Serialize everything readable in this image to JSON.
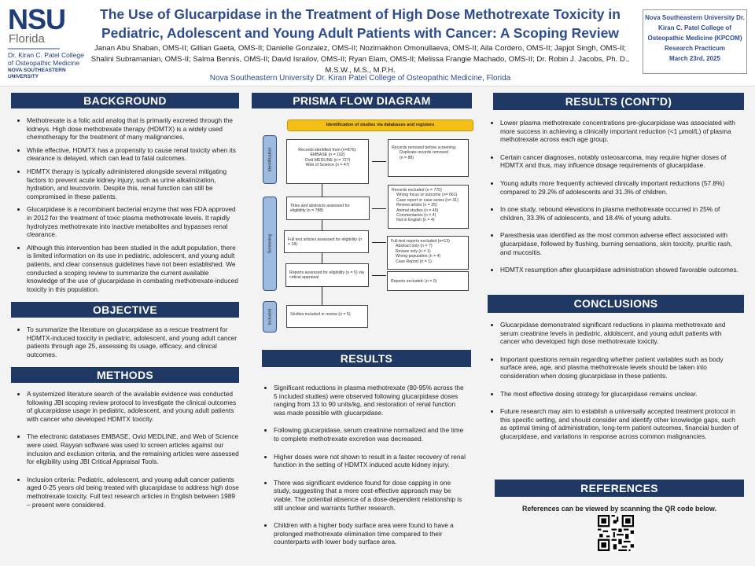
{
  "header": {
    "logo": {
      "nsu": "NSU",
      "florida": "Florida",
      "college": "Dr. Kiran C. Patel College of Osteopathic Medicine",
      "university": "NOVA SOUTHEASTERN UNIVERSITY"
    },
    "title": "The Use of Glucarpidase in the Treatment of High Dose Methotrexate Toxicity in Pediatric, Adolescent and Young Adult Patients with Cancer: A Scoping Review",
    "authors": "Janan Abu Shaban, OMS-II; Gillian Gaeta, OMS-II; Danielle Gonzalez, OMS-II; Nozimakhon Omonullaeva, OMS-II; Aila Cordero, OMS-II; Japjot Singh, OMS-II; Shalini Subramanian, OMS-II; Salma Bennis, OMS-II; David Israilov, OMS-II; Ryan Elam, OMS-II; Melissa Frangie Machado, OMS-II; Dr. Robin J. Jacobs, Ph. D., M.S.W., M.S., M.P.H.",
    "institution": "Nova Southeastern University Dr. Kiran Patel College of Osteopathic Medicine, Florida",
    "event": "Nova Southeastern University Dr. Kiran C. Patel College of Osteopathic Medicine (KPCOM) Research Practicum",
    "date": "March 23rd, 2025"
  },
  "background": {
    "heading": "BACKGROUND",
    "items": [
      "Methotrexate is a folic acid analog that is primarily excreted through the kidneys. High dose methotrexate therapy (HDMTX) is a widely used chemotherapy for the treatment of many malignancies.",
      "While effective, HDMTX has a propensity to cause renal toxicity when its clearance is delayed, which can lead to fatal outcomes.",
      "HDMTX therapy is typically administered alongside several mitigating factors to prevent acute kidney injury, such as urine alkalinization, hydration, and leucovorin. Despite this, renal function can still be compromised in these patients.",
      "Glucarpidase is a recombinant bacterial enzyme that was FDA approved in 2012 for the treatment of toxic plasma methotrexate levels. It rapidly hydrolyzes methotrexate into inactive metabolites and bypasses renal clearance.",
      "Although this intervention has been studied in the adult population, there is limited information on its use in pediatric, adolescent, and young adult patients, and clear consensus guidelines have not been established. We conducted a scoping review to summarize the current available knowledge of the use of glucarpidase in combating methotrexate-induced toxicity in this population."
    ]
  },
  "objective": {
    "heading": "OBJECTIVE",
    "items": [
      "To summarize the literature on glucarpidase as a rescue treatment for HDMTX-induced toxicity in pediatric, adolescent, and young adult cancer patients through age 25, assessing its usage, efficacy, and clinical outcomes."
    ]
  },
  "methods": {
    "heading": "METHODS",
    "items": [
      "A systemized literature search of the available evidence was conducted following JBI scoping review protocol to investigate the clinical outcomes of glucarpidase usage in pediatric, adolescent, and young adult patients with cancer who developed HDMTX toxicity.",
      "The electronic databases EMBASE, Ovid MEDLINE, and Web of Science were used. Rayyan software was used to screen articles against our inclusion and exclusion criteria, and the remaining articles were assessed for eligibility using JBI Critical Appraisal Tools.",
      "Inclusion criteria: Pediatric, adolescent, and young adult cancer patients aged 0-25 years old being treated with glucarpidase to address high dose methotrexate toxicity. Full text research articles in English between 1989 – present were considered."
    ]
  },
  "prisma": {
    "heading": "PRISMA FLOW DIAGRAM",
    "banner": "Identification of studies via databases and registers",
    "phases": [
      "Identification",
      "Screening",
      "Included"
    ],
    "identified": [
      "Records identified from (n=876):",
      "EMBASE (n = 102)",
      "Ovid MEDLINE (n = 727)",
      "Web of Science (n = 47)"
    ],
    "removed": [
      "Records removed before screening:",
      "Duplicate records removed",
      "(n = 88)"
    ],
    "titles": "Titles and abstracts assessed for eligibility (n = 788)",
    "excluded": [
      "Records excluded (n = 770)",
      "Wrong focus or outcome (n= 661)",
      "Case report or case series (n= 31)",
      "Review article (n = 25)",
      "Animal studies (n = 45)",
      "Commentaries (n = 4)",
      "Not in English (n = 4)"
    ],
    "fulltext": "Full text articles assessed for eligibility (n = 18)",
    "ft_excluded": [
      "Full-text reports excluded (n=13)",
      "Abstract only (n = 7)",
      "Review only (n = 1)",
      "Wrong population (n = 4)",
      "Case Report (n = 1)"
    ],
    "appraisal": "Reports assessed for eligibility (n = 5) via critical appraisal",
    "rep_excluded": "Reports excluded: (n = 0)",
    "included": "Studies included in review (n = 5)"
  },
  "results": {
    "heading": "RESULTS",
    "items": [
      "Significant reductions in plasma methotrexate (80-95% across the 5 included studies) were observed following glucarpidase doses ranging from 13 to 90 units/kg, and restoration of renal function was made possible with glucarpidase.",
      "Following glucarpidase, serum creatinine normalized and the time to complete methotrexate excretion was decreased.",
      "Higher doses were not shown to result in a faster recovery of renal function in the setting of HDMTX induced acute kidney injury.",
      "There was significant evidence found for dose capping in one study, suggesting that a more cost-effective approach may be viable. The potential absence of a dose-dependent relationship is still unclear and warrants further research.",
      "Children with a higher body surface area were found to have a prolonged methotrexate elimination time compared to their counterparts with lower body surface area."
    ]
  },
  "results_cont": {
    "heading": "RESULTS (CONT'D)",
    "items": [
      "Lower plasma methotrexate concentrations pre-glucarpidase was associated with more success in achieving a clinically important reduction (<1 μmol/L) of plasma methotrexate across each age group.",
      "Certain cancer diagnoses, notably osteosarcoma, may require higher doses of HDMTX and thus, may influence dosage requirements of glucarpidase.",
      "Young adults more frequently achieved clinically important reductions (57.8%) compared to 29.2% of adolescents and 31.3% of children.",
      "In one study, rebound elevations in plasma methotrexate occurred in 25% of children, 33.3% of adolescents, and 18.4% of young adults.",
      "Paresthesia was identified as the most common adverse effect associated with glucarpidase, followed by flushing, burning sensations, skin toxicity, pruritic rash, and mucositis.",
      "HDMTX resumption after glucarpidase administration showed favorable outcomes."
    ]
  },
  "conclusions": {
    "heading": "CONCLUSIONS",
    "items": [
      "Glucarpidase demonstrated significant reductions in plasma methotrexate and serum creatinine levels in pediatric, aldolscent, and young adult patients with cancer who developed high dose methotrexate toxicity.",
      "Important questions remain regarding whether patient variables such as body surface area, age, and plasma methotrexate levels should be taken into consideration when dosing glucarpidase in these patients.",
      "The most effective dosing strategy for glucarpidase remains unclear.",
      "Future research may aim to establish a universally accepted treatment protocol in this specific setting, and should consider and identify other knowledge gaps, such as optimal timing of administration, long-term patient outcomes, financial burden of glucarpidase, and variations in response across common malignancies."
    ]
  },
  "references": {
    "heading": "REFERENCES",
    "text": "References can be viewed by scanning the QR code below.",
    "qr_icon": "qr-code"
  }
}
